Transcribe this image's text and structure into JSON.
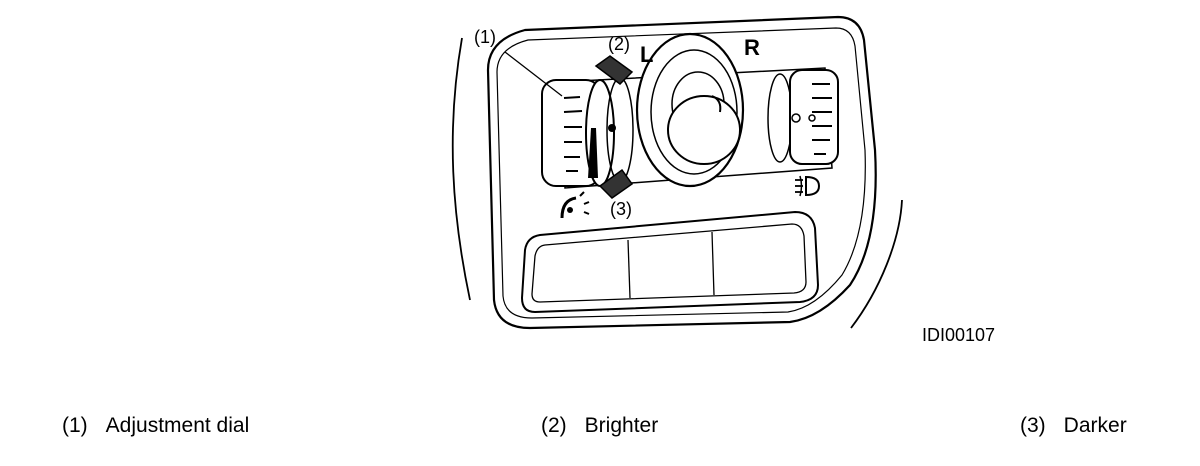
{
  "diagram": {
    "callouts": {
      "c1": "(1)",
      "c2": "(2)",
      "c3": "(3)"
    },
    "side_labels": {
      "left": "L",
      "right": "R"
    },
    "figure_id": "IDI00107"
  },
  "legend": [
    {
      "num": "(1)",
      "label": "Adjustment dial"
    },
    {
      "num": "(2)",
      "label": "Brighter"
    },
    {
      "num": "(3)",
      "label": "Darker"
    }
  ],
  "colors": {
    "line": "#000000",
    "arrow_fill": "#333333",
    "background": "#ffffff"
  },
  "icons": [
    "dashboard-light-icon",
    "fog-light-icon"
  ]
}
